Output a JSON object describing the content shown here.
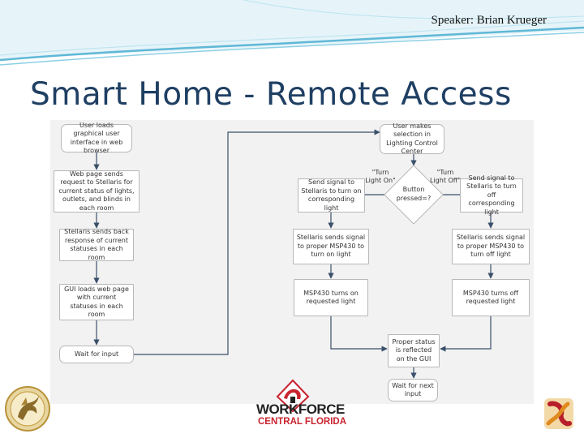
{
  "header": {
    "speaker": "Speaker: Brian Krueger",
    "title": "Smart Home - Remote Access"
  },
  "flowchart": {
    "nodes": {
      "user_loads_gui": "User loads graphical user interface in web browser",
      "web_page_sends_request": "Web page sends request to Stellaris for current status of lights, outlets, and blinds in each room",
      "stellaris_sends_back": "Stellaris sends back response of current statuses in each room",
      "gui_loads_web_page": "GUI loads web page with current statuses in each room",
      "wait_for_input": "Wait for input",
      "user_makes_selection": "User makes selection in Lighting Control Center",
      "button_pressed": "Button pressed=?",
      "send_signal_on": "Send signal to Stellaris to turn on corresponding light",
      "send_signal_off": "Send signal to Stellaris to turn off corresponding light",
      "stellaris_signal_on": "Stellaris sends signal to proper MSP430 to turn on light",
      "stellaris_signal_off": "Stellaris sends signal to proper MSP430 to turn off light",
      "msp430_on": "MSP430 turns on requested light",
      "msp430_off": "MSP430 turns off requested light",
      "proper_status": "Proper status is reflected on the GUI",
      "wait_for_next_input": "Wait for next input"
    },
    "edge_labels": {
      "turn_on": "\"Turn Light On\"",
      "turn_off": "\"Turn Light Off\""
    }
  },
  "logos": {
    "workforce_line1": "WORKFORCE",
    "workforce_line2": "CENTRAL FLORIDA"
  },
  "colors": {
    "title": "#1f3f63",
    "wave": "#5fb8d6",
    "arrow": "#3a4f6a",
    "workforce_red": "#c8242f"
  }
}
